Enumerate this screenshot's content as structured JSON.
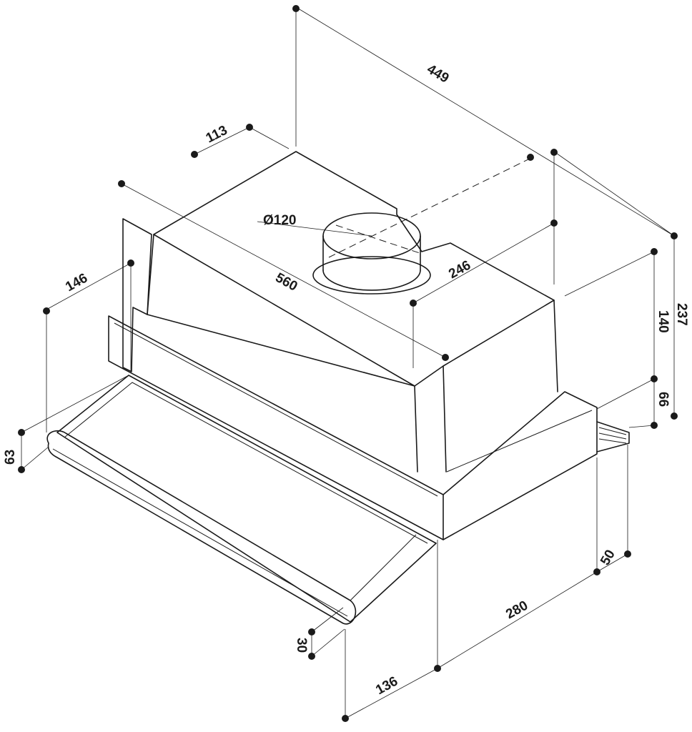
{
  "dimensions": {
    "overall_depth": "449",
    "outlet_offset": "113",
    "outlet_diameter": "Ø120",
    "body_width": "560",
    "outlet_to_side": "246",
    "body_height": "140",
    "total_height": "237",
    "base_height": "66",
    "front_depth": "146",
    "front_panel_height": "63",
    "lip_height": "30",
    "vent_height": "50",
    "drawer_extension": "280",
    "front_offset": "136"
  }
}
